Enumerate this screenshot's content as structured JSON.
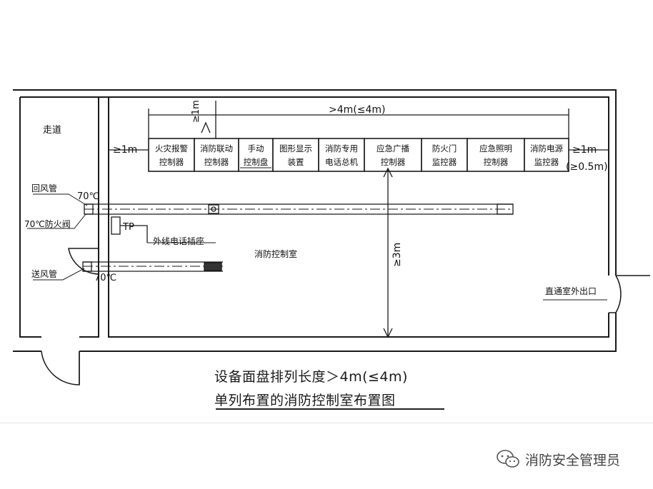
{
  "areas": {
    "corridor": "走道",
    "room": "消防控制室",
    "exit": "直通室外出口"
  },
  "dimensions": {
    "top_span": ">4m(≤4m)",
    "front_clear": "≥1m",
    "left_clear": "≥1m",
    "right_clear": "≥1m",
    "right_clear_alt": "(≥0.5m)",
    "depth_clear": "≥3m"
  },
  "panels": [
    {
      "line1": "火灾报警",
      "line2": "控制器"
    },
    {
      "line1": "消防联动",
      "line2": "控制器"
    },
    {
      "line1": "手动",
      "line2": "控制盘"
    },
    {
      "line1": "图形显示",
      "line2": "装置"
    },
    {
      "line1": "消防专用",
      "line2": "电话总机"
    },
    {
      "line1": "应急广播",
      "line2": "控制器"
    },
    {
      "line1": "防火门",
      "line2": "监控器"
    },
    {
      "line1": "应急照明",
      "line2": "控制器"
    },
    {
      "line1": "消防电源",
      "line2": "监控器"
    }
  ],
  "labels": {
    "return_duct": "回风管",
    "supply_duct": "送风管",
    "temp_top": "70℃",
    "temp_bottom": "70℃",
    "fire_damper": "70℃防火阀",
    "tp": "TP",
    "phone_socket": "外线电话插座"
  },
  "caption": {
    "line1": "设备面盘排列长度＞4m(≤4m)",
    "line2": "单列布置的消防控制室布置图"
  },
  "watermark": {
    "text": "消防安全管理员",
    "icon": "wechat-icon"
  }
}
